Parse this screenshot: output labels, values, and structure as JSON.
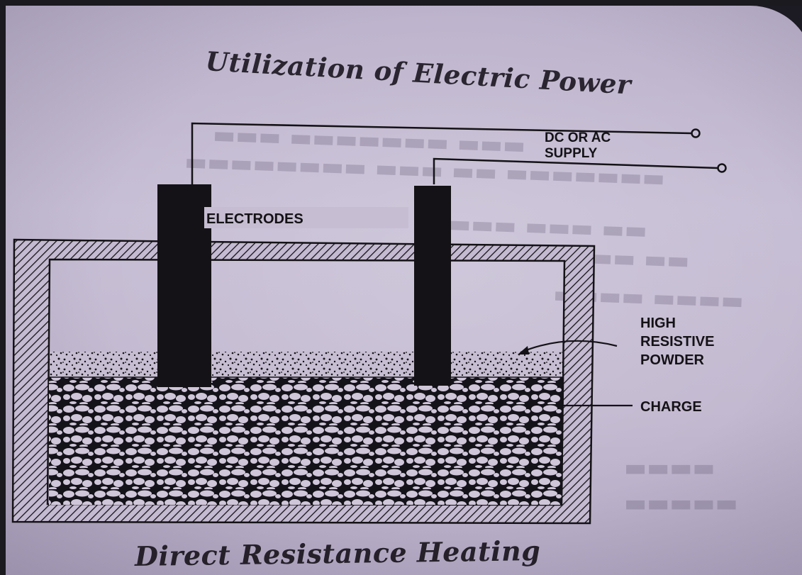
{
  "page_header": "Utilization of Electric Power",
  "figure_caption": "Direct Resistance Heating",
  "labels": {
    "electrodes": "ELECTRODES",
    "supply_line1": "DC OR AC",
    "supply_line2": "SUPPLY",
    "powder_line1": "HIGH",
    "powder_line2": "RESISTIVE",
    "powder_line3": "POWDER",
    "charge": "CHARGE"
  },
  "colors": {
    "ink": "#141216",
    "paper": "#c3b9d0"
  }
}
